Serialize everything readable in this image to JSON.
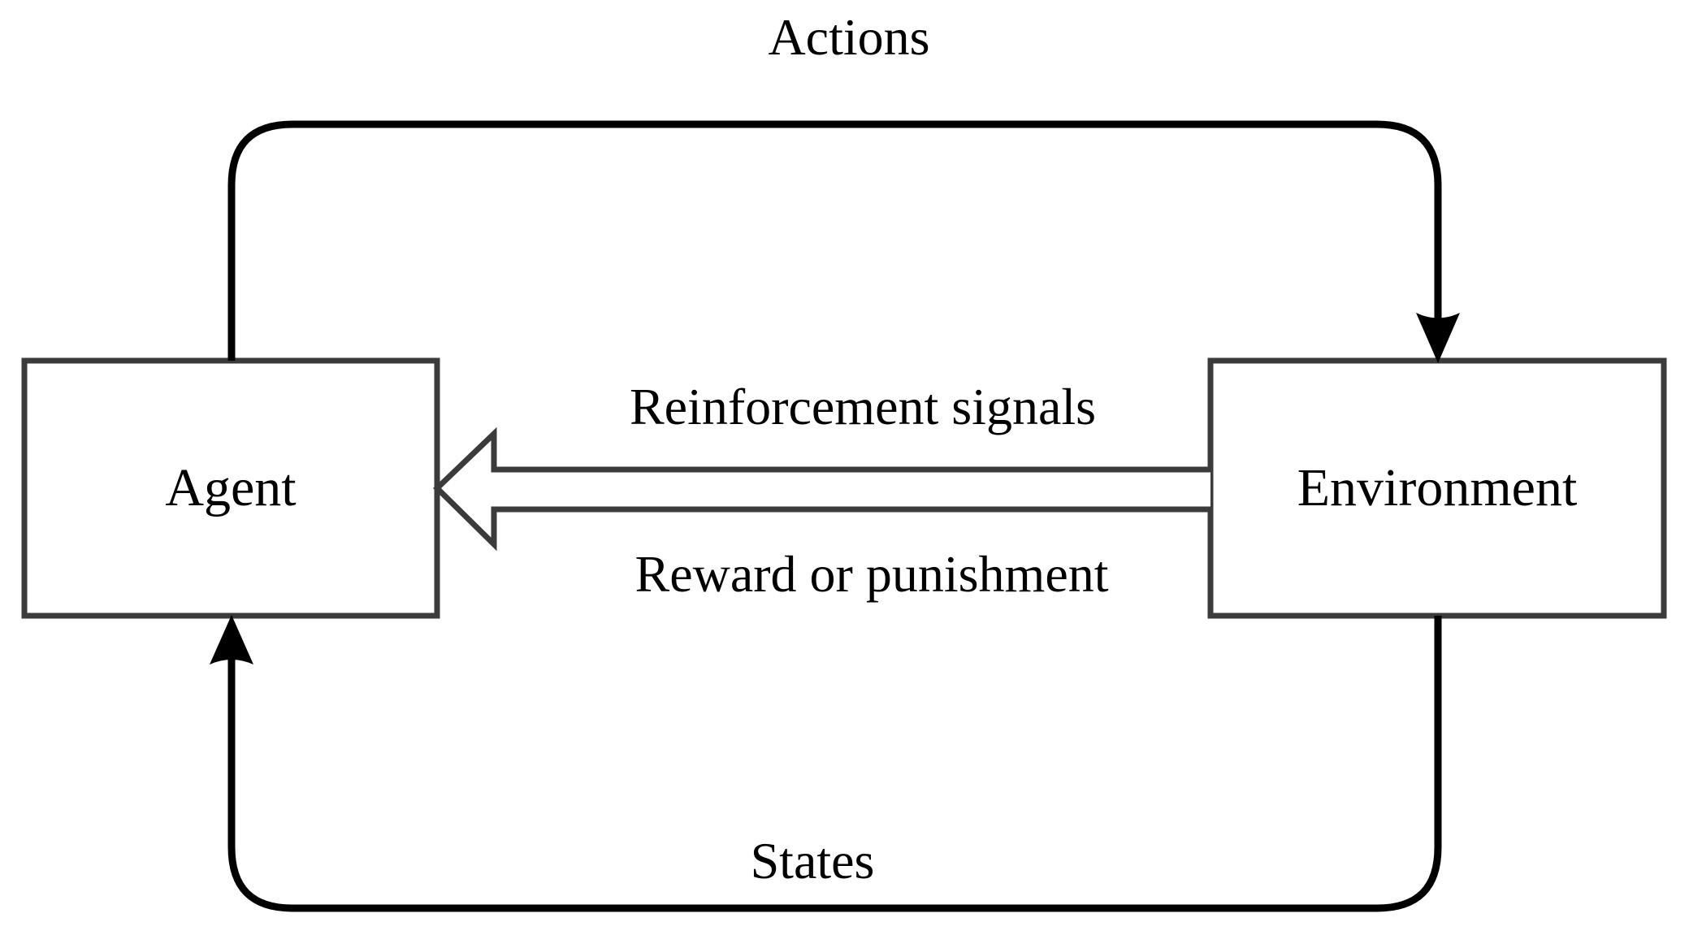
{
  "diagram": {
    "title": "Reinforcement learning agent-environment interaction loop",
    "nodes": [
      {
        "id": "agent",
        "label": "Agent"
      },
      {
        "id": "environment",
        "label": "Environment"
      }
    ],
    "edges": [
      {
        "id": "actions",
        "label": "Actions",
        "from": "agent",
        "to": "environment",
        "arrow": "filled-triangle",
        "style": "solid-rounded"
      },
      {
        "id": "reinforcement",
        "label": "Reinforcement signals",
        "from": "environment",
        "to": "agent",
        "arrow": "hollow-block",
        "style": "outline"
      },
      {
        "id": "reward",
        "label": "Reward or punishment",
        "from": "environment",
        "to": "agent",
        "arrow": "hollow-block",
        "style": "outline"
      },
      {
        "id": "states",
        "label": "States",
        "from": "environment",
        "to": "agent",
        "arrow": "filled-triangle",
        "style": "solid-rounded"
      }
    ],
    "colors": {
      "background": "#ffffff",
      "box_stroke": "#3b3b3b",
      "path_stroke": "#000000",
      "text": "#000000"
    }
  }
}
